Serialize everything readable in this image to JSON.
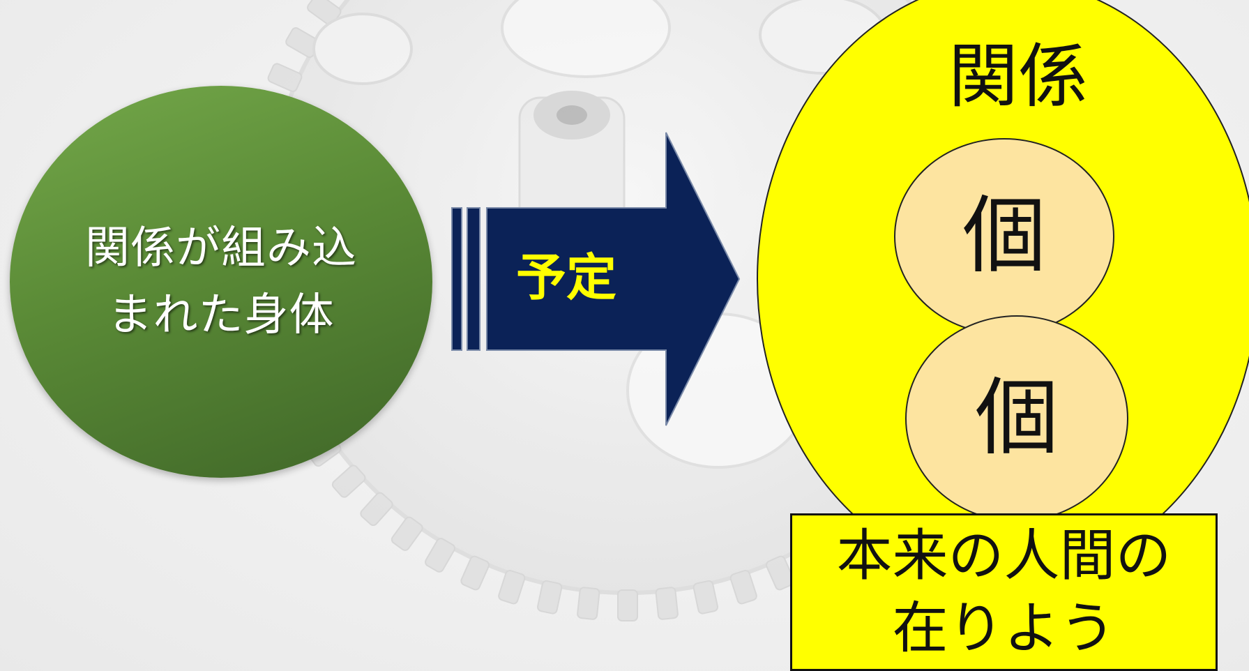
{
  "left_circle": {
    "label": "関係が組み込まれた身体"
  },
  "arrow": {
    "label": "予定"
  },
  "right_ellipse": {
    "title": "関係",
    "circles": [
      {
        "label": "個"
      },
      {
        "label": "個"
      }
    ]
  },
  "bottom_box": {
    "label": "本来の人間の在りよう"
  },
  "colors": {
    "green_circle": "#5a8a36",
    "arrow_fill": "#0b2257",
    "arrow_text": "#ffff00",
    "ellipse_fill": "#ffff00",
    "inner_circle_fill": "#fde4a0",
    "box_fill": "#ffff00"
  },
  "icons": {
    "background": "gear-illustration"
  }
}
